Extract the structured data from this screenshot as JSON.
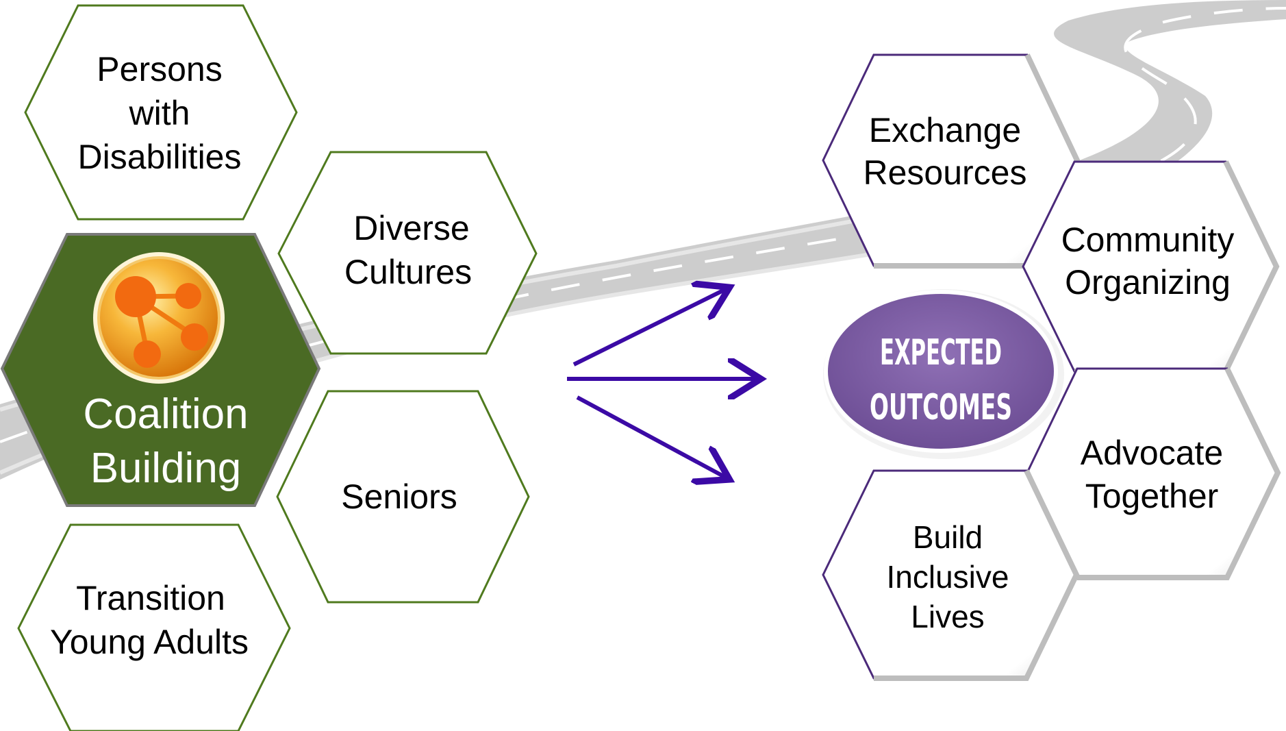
{
  "colors": {
    "green_border": "#4f7a1e",
    "green_fill": "#4a6a24",
    "purple_border": "#4b2a7a",
    "arrow": "#3b0aa5",
    "oval_fill": "#7d5ea3",
    "road": "#bdbdbd"
  },
  "icons": {
    "coalition": "network-nodes-icon"
  },
  "left_hexagons": {
    "persons": [
      "Persons",
      "with",
      "Disabilities"
    ],
    "cultures": [
      "Diverse",
      "Cultures"
    ],
    "coalition": [
      "Coalition",
      "Building"
    ],
    "seniors": [
      "Seniors"
    ],
    "transition": [
      "Transition",
      "Young Adults"
    ]
  },
  "center_oval": [
    "EXPECTED",
    "OUTCOMES"
  ],
  "right_hexagons": {
    "exchange": [
      "Exchange",
      "Resources"
    ],
    "community": [
      "Community",
      "Organizing"
    ],
    "advocate": [
      "Advocate",
      "Together"
    ],
    "inclusive": [
      "Build",
      "Inclusive",
      "Lives"
    ]
  }
}
